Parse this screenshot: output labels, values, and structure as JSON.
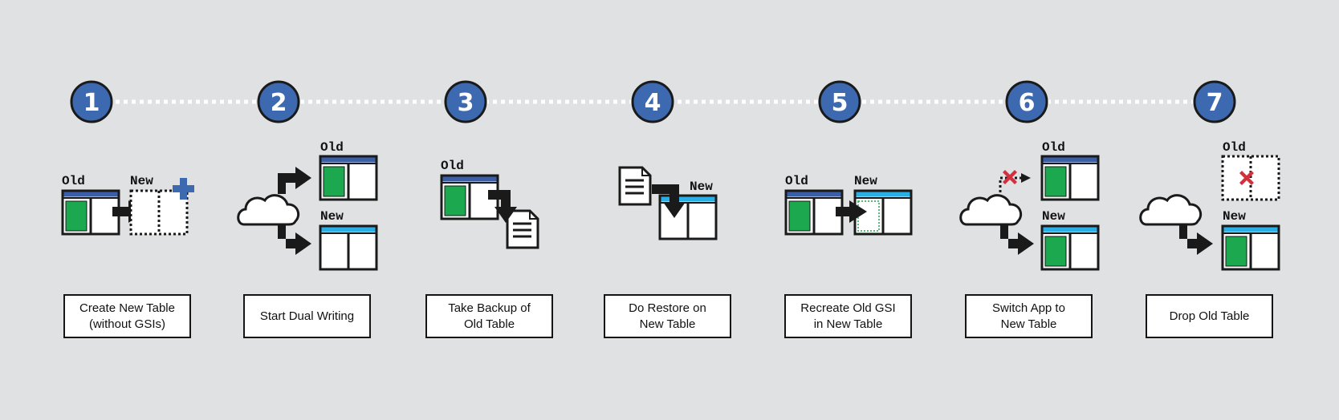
{
  "colors": {
    "background": "#e0e1e3",
    "step_circle": "#3d69b1",
    "table_header_old": "#3a5fa8",
    "table_header_new": "#2aaee6",
    "data_green": "#1ba84f",
    "delete_red": "#d3303e",
    "add_blue": "#3d69b1",
    "outline": "#1a1a1a"
  },
  "steps": [
    {
      "number": "1",
      "caption_lines": [
        "Create New Table",
        "(without GSIs)"
      ],
      "labels": {
        "old": "Old",
        "new": "New"
      },
      "icons": [
        "table-old-icon",
        "arrow-right-icon",
        "table-new-empty-icon",
        "plus-icon"
      ]
    },
    {
      "number": "2",
      "caption_lines": [
        "Start Dual Writing"
      ],
      "labels": {
        "old": "Old",
        "new": "New"
      },
      "icons": [
        "cloud-icon",
        "split-arrow-icon",
        "table-old-icon",
        "table-new-icon"
      ]
    },
    {
      "number": "3",
      "caption_lines": [
        "Take Backup of",
        "Old Table"
      ],
      "labels": {
        "old": "Old"
      },
      "icons": [
        "table-old-icon",
        "arrow-down-icon",
        "document-icon"
      ]
    },
    {
      "number": "4",
      "caption_lines": [
        "Do Restore on",
        "New Table"
      ],
      "labels": {
        "new": "New"
      },
      "icons": [
        "document-icon",
        "arrow-down-icon",
        "table-new-icon"
      ]
    },
    {
      "number": "5",
      "caption_lines": [
        "Recreate Old GSI",
        "in New Table"
      ],
      "labels": {
        "old": "Old",
        "new": "New"
      },
      "icons": [
        "table-old-icon",
        "arrow-right-icon",
        "table-new-icon"
      ]
    },
    {
      "number": "6",
      "caption_lines": [
        "Switch App to",
        "New Table"
      ],
      "labels": {
        "old": "Old",
        "new": "New"
      },
      "icons": [
        "cloud-icon",
        "x-mark-icon",
        "table-old-icon",
        "table-new-icon"
      ]
    },
    {
      "number": "7",
      "caption_lines": [
        "Drop Old Table"
      ],
      "labels": {
        "old": "Old",
        "new": "New"
      },
      "icons": [
        "cloud-icon",
        "table-deleted-icon",
        "x-mark-icon",
        "table-new-icon"
      ]
    }
  ]
}
